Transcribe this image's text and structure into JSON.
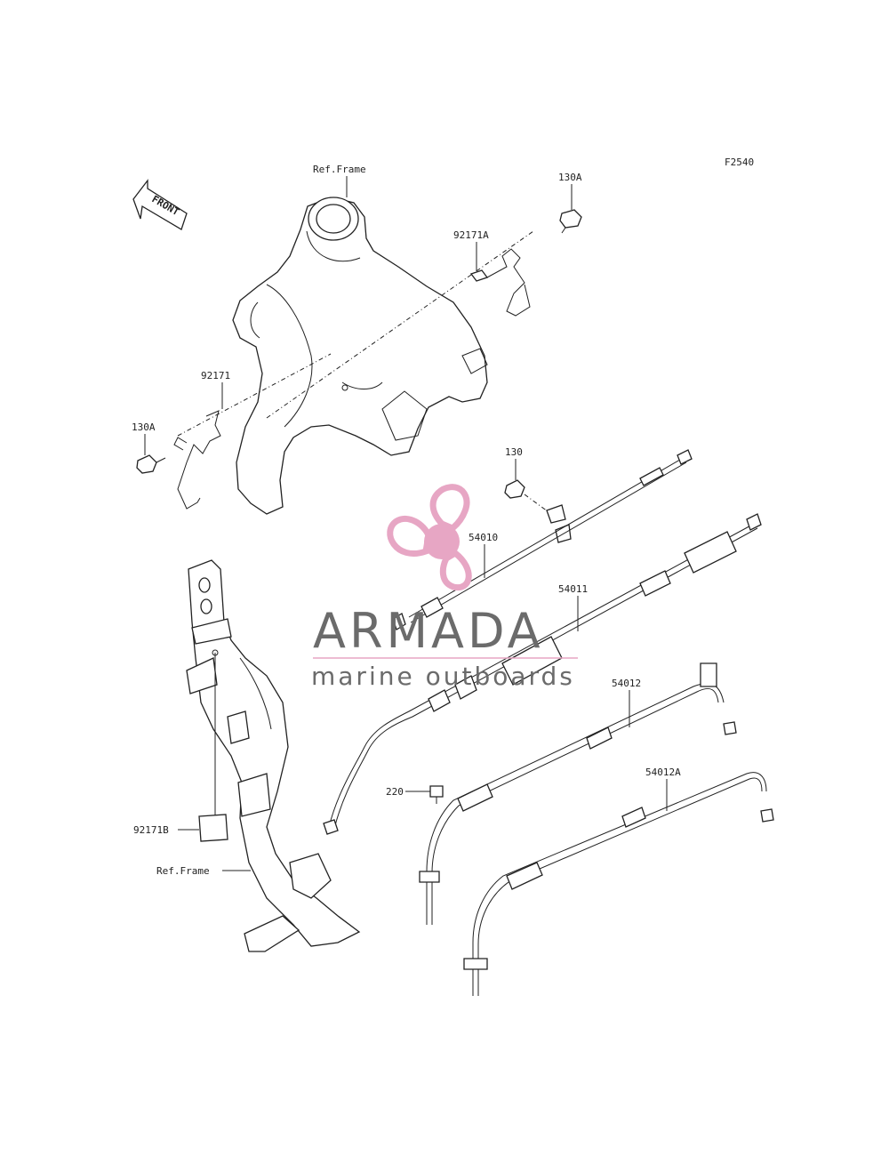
{
  "diagram_code": "F2540",
  "front_arrow_text": "FRONT",
  "watermark": {
    "title": "ARMADA",
    "subtitle": "marine outboards",
    "logo_color": "#e7a6c4",
    "text_color": "#6b6b6b"
  },
  "labels": {
    "ref_frame_top": "Ref.Frame",
    "ref_frame_bottom": "Ref.Frame",
    "bolt_130a_top": "130A",
    "bolt_130a_left": "130A",
    "clamp_92171a": "92171A",
    "clamp_92171": "92171",
    "clamp_92171b": "92171B",
    "bolt_130": "130",
    "cable_54010": "54010",
    "cable_54011": "54011",
    "cable_54012": "54012",
    "cable_54012a": "54012A",
    "screw_220": "220"
  }
}
